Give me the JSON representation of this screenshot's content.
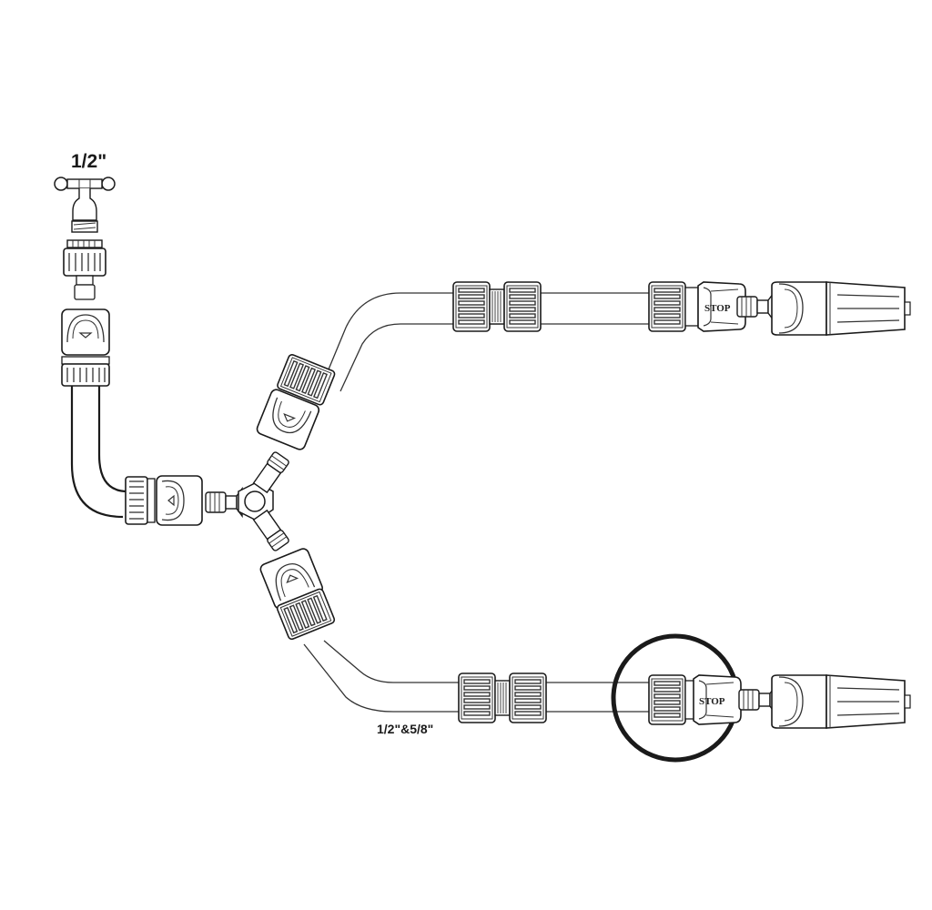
{
  "diagram": {
    "type": "garden hose splitter assembly",
    "labels": {
      "tap_size": "1/2\"",
      "hose_size": "1/2\"&5/8\""
    },
    "stop_connectors": [
      {
        "label": "STOP",
        "branch": "upper"
      },
      {
        "label": "STOP",
        "branch": "lower",
        "highlighted": true
      }
    ],
    "components": [
      "tap",
      "threaded-tap-adapter",
      "hose-connector-quick",
      "hose-elbow",
      "hose-connector-quick-horizontal",
      "y-splitter",
      "upper-hose-connector",
      "upper-hose-mender",
      "upper-stop-connector",
      "upper-spray-nozzle",
      "lower-hose-connector",
      "lower-hose-mender",
      "lower-stop-connector",
      "lower-spray-nozzle",
      "highlight-circle"
    ],
    "colors": {
      "line": "#1a1a1a",
      "fill": "#ffffff",
      "ribs": "#555555"
    }
  }
}
